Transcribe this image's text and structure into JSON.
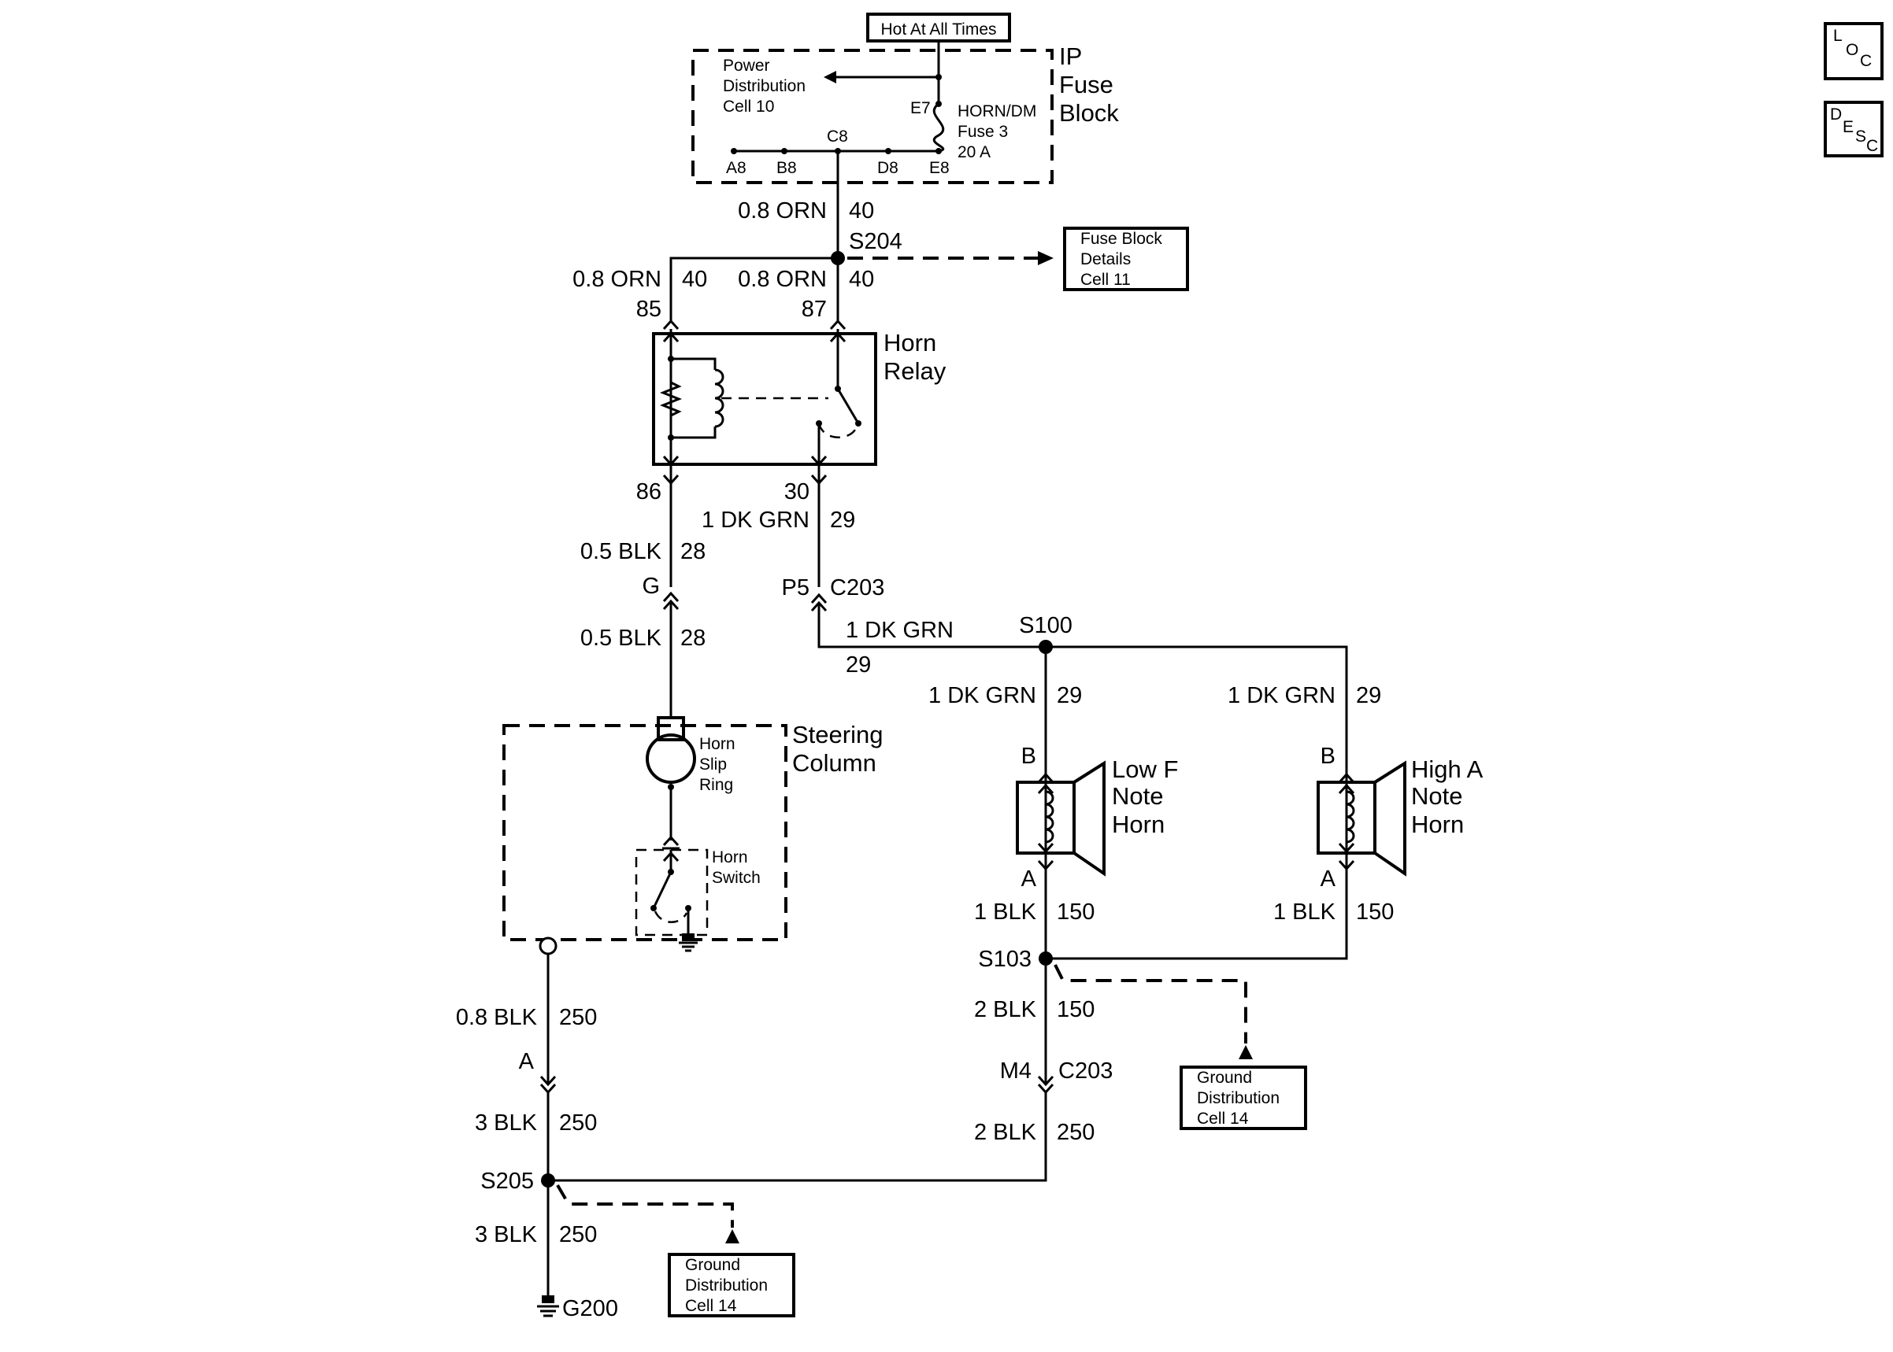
{
  "header": {
    "hot_label": "Hot At All Times",
    "fuse_block_name": [
      "IP",
      "Fuse",
      "Block"
    ]
  },
  "side_buttons": {
    "loc": [
      "L",
      "O",
      "C"
    ],
    "desc": [
      "D",
      "E",
      "S",
      "C"
    ]
  },
  "fuse_block": {
    "power_dist": [
      "Power",
      "Distribution",
      "Cell 10"
    ],
    "fuse_label": [
      "HORN/DM",
      "Fuse 3",
      "20 A"
    ],
    "terminals": [
      "E7",
      "C8",
      "A8",
      "B8",
      "D8",
      "E8"
    ]
  },
  "refs": {
    "fuse_details": [
      "Fuse Block",
      "Details",
      "Cell 11"
    ],
    "ground_dist_1": [
      "Ground",
      "Distribution",
      "Cell 14"
    ],
    "ground_dist_2": [
      "Ground",
      "Distribution",
      "Cell 14"
    ]
  },
  "components": {
    "horn_relay": [
      "Horn",
      "Relay"
    ],
    "steering_column": [
      "Steering",
      "Column"
    ],
    "slip_ring": [
      "Horn",
      "Slip",
      "Ring"
    ],
    "horn_switch": [
      "Horn",
      "Switch"
    ],
    "low_horn": [
      "Low F",
      "Note",
      "Horn"
    ],
    "high_horn": [
      "High A",
      "Note",
      "Horn"
    ]
  },
  "splices": {
    "s204": "S204",
    "s100": "S100",
    "s103": "S103",
    "s205": "S205",
    "g200": "G200"
  },
  "wires": {
    "feed_size": "0.8 ORN",
    "feed_circuit": "40",
    "relay85_size": "0.8 ORN",
    "relay85_circuit": "40",
    "relay87_size": "0.8 ORN",
    "relay87_circuit": "40",
    "relay30_size": "1 DK GRN",
    "relay30_circuit": "29",
    "blk28_a_size": "0.5 BLK",
    "blk28_a_circuit": "28",
    "blk28_b_size": "0.5 BLK",
    "blk28_b_circuit": "28",
    "grn_horiz_size": "1 DK GRN",
    "grn_horiz_circuit": "29",
    "grn_low_size": "1 DK GRN",
    "grn_low_circuit": "29",
    "grn_high_size": "1 DK GRN",
    "grn_high_circuit": "29",
    "blk_low_size": "1 BLK",
    "blk_low_circuit": "150",
    "blk_high_size": "1 BLK",
    "blk_high_circuit": "150",
    "blk2_a_size": "2 BLK",
    "blk2_a_circuit": "150",
    "blk2_b_size": "2 BLK",
    "blk2_b_circuit": "250",
    "blk08_size": "0.8 BLK",
    "blk08_circuit": "250",
    "blk3_a_size": "3 BLK",
    "blk3_a_circuit": "250",
    "blk3_b_size": "3 BLK",
    "blk3_b_circuit": "250"
  },
  "pins": {
    "p85": "85",
    "p87": "87",
    "p86": "86",
    "p30": "30",
    "g_pin": "G",
    "p5": "P5",
    "c203_top": "C203",
    "b_low": "B",
    "a_low": "A",
    "b_high": "B",
    "a_high": "A",
    "m4": "M4",
    "c203_bottom": "C203",
    "a_steer": "A"
  }
}
